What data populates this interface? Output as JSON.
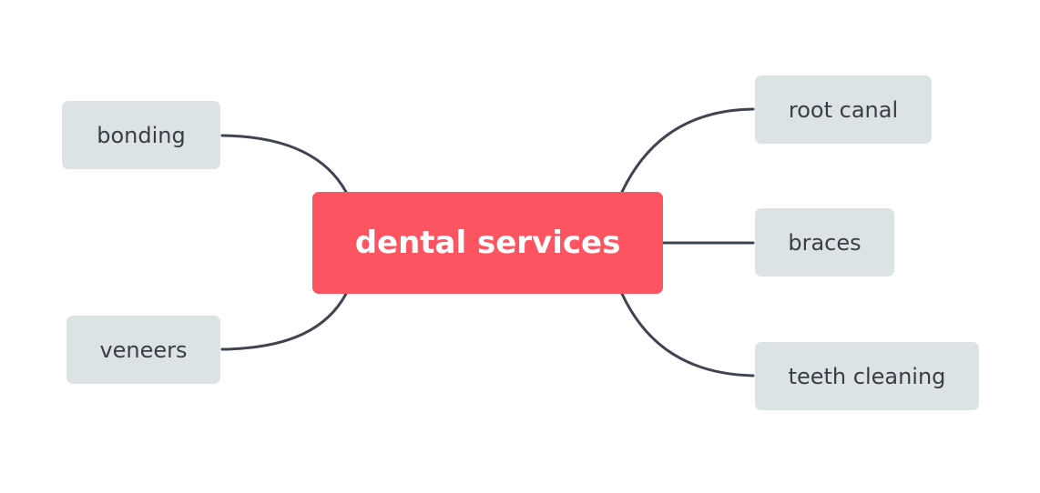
{
  "diagram": {
    "type": "mind-map",
    "colors": {
      "root_fill": "#fd5461",
      "root_text": "#ffffff",
      "child_fill": "#dce3e4",
      "child_text": "#3a3d44",
      "connector": "#3f4450"
    },
    "root": {
      "label": "dental services"
    },
    "branches": [
      {
        "id": "bonding",
        "label": "bonding",
        "side": "left"
      },
      {
        "id": "veneers",
        "label": "veneers",
        "side": "left"
      },
      {
        "id": "root-canal",
        "label": "root canal",
        "side": "right"
      },
      {
        "id": "braces",
        "label": "braces",
        "side": "right"
      },
      {
        "id": "teeth-cleaning",
        "label": "teeth cleaning",
        "side": "right"
      }
    ]
  }
}
